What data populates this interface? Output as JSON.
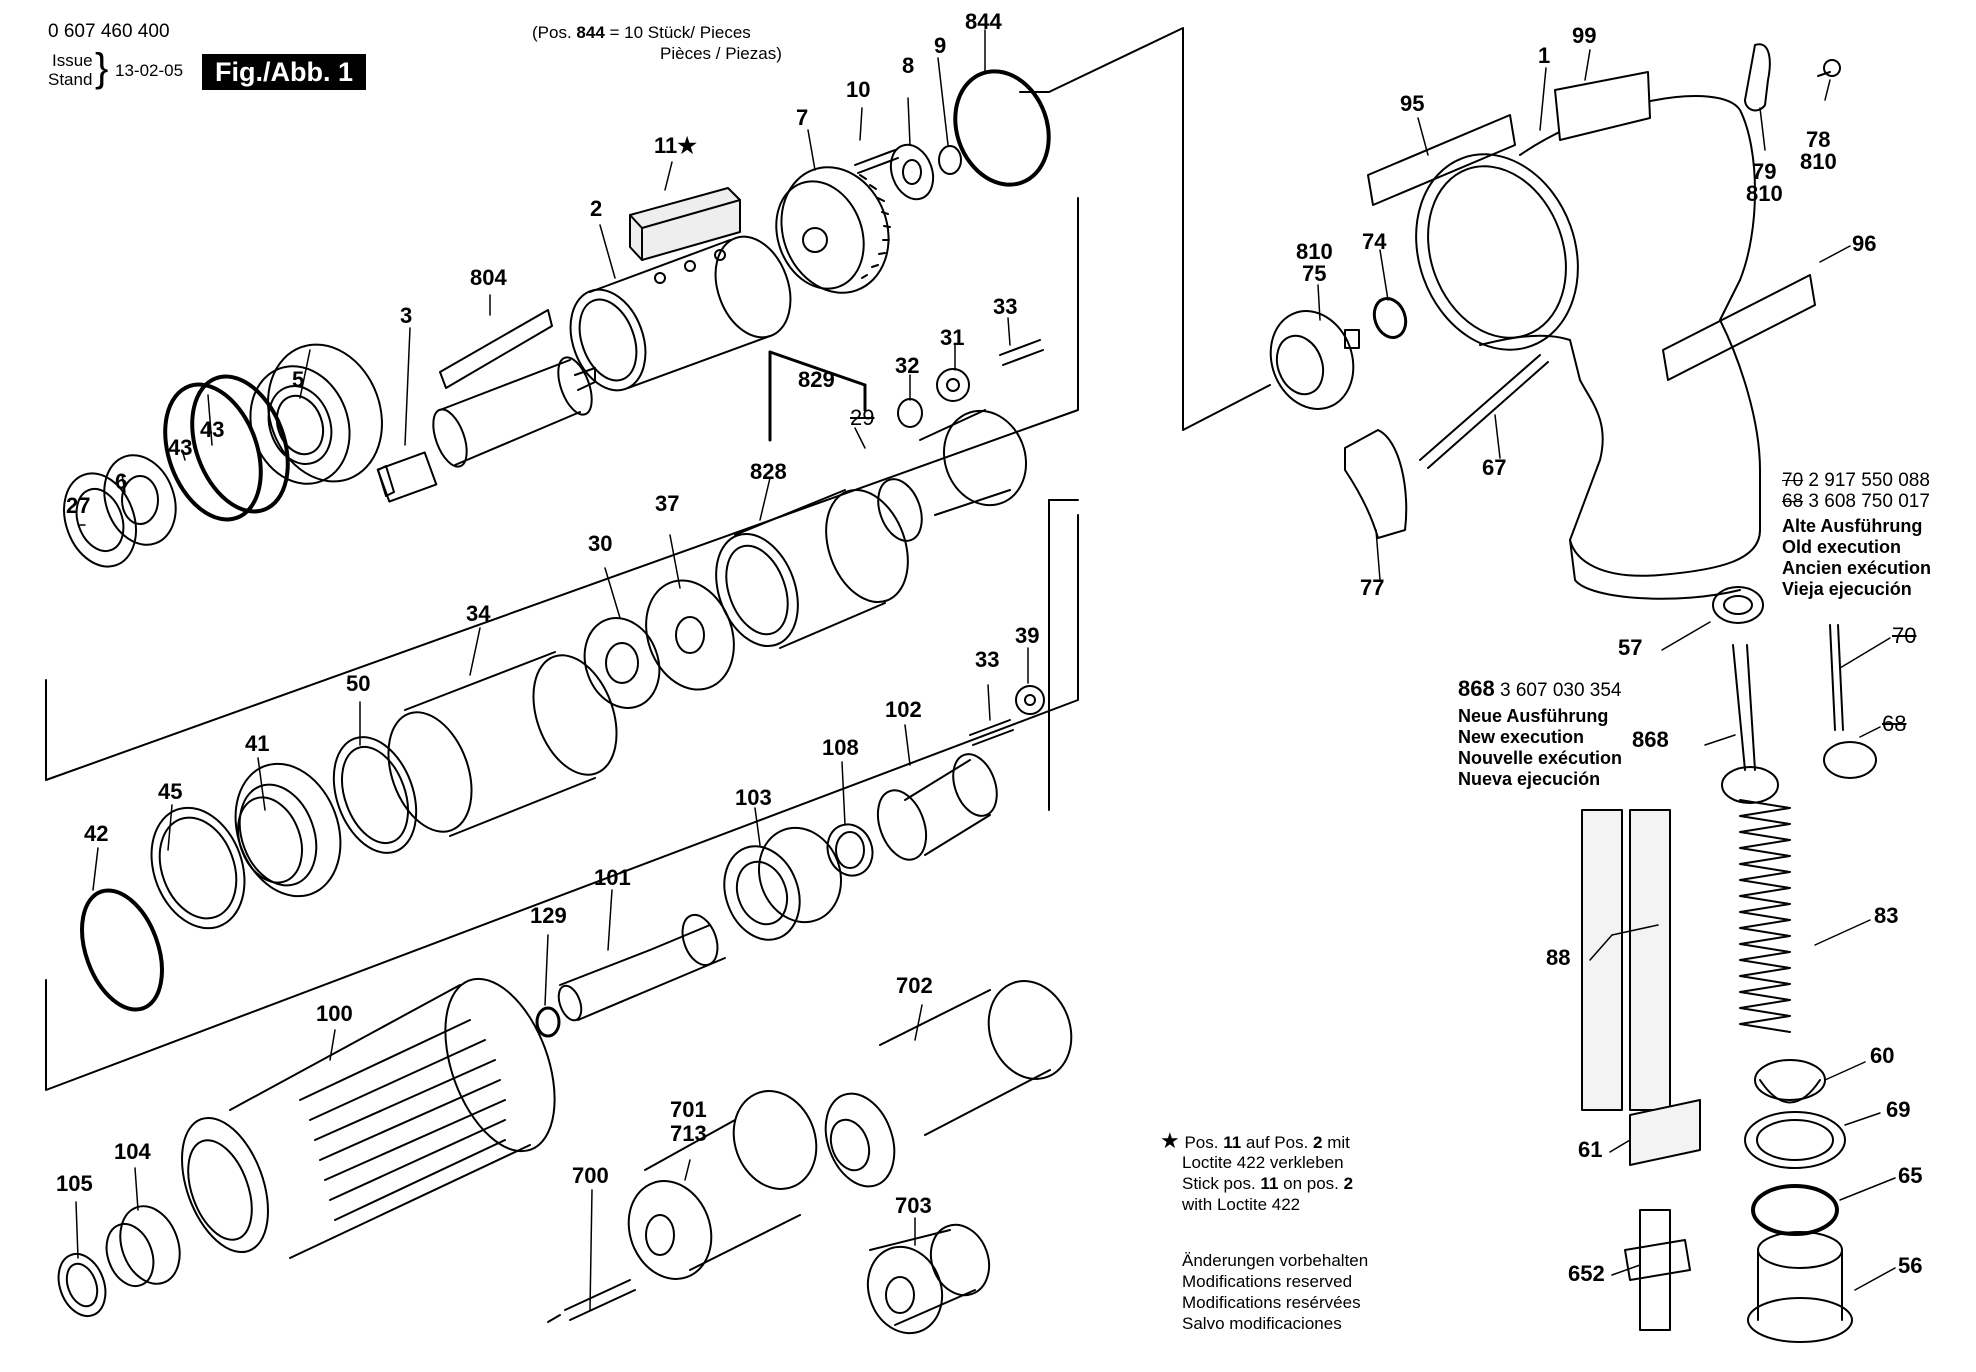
{
  "header": {
    "doc_number": "0 607 460 400",
    "issue_label": "Issue",
    "stand_label": "Stand",
    "issue_date": "13-02-05",
    "figure_label": "Fig./Abb. 1",
    "pos_note_prefix": "(Pos. ",
    "pos_note_part": "844",
    "pos_note_suffix": " = 10 Stück/  Pieces",
    "pos_note_line2": "Pièces / Piezas)"
  },
  "callouts": {
    "c844": "844",
    "c9": "9",
    "c8": "8",
    "c10": "10",
    "c7": "7",
    "c11": "11★",
    "c2": "2",
    "c804": "804",
    "c3": "3",
    "c5": "5",
    "c43a": "43",
    "c43b": "43",
    "c6": "6",
    "c27": "27",
    "c33a": "33",
    "c31": "31",
    "c32": "32",
    "c829": "829",
    "c29": "29",
    "c828": "828",
    "c37": "37",
    "c30": "30",
    "c34": "34",
    "c50": "50",
    "c41": "41",
    "c45": "45",
    "c42": "42",
    "c39": "39",
    "c33b": "33",
    "c102": "102",
    "c108": "108",
    "c103": "103",
    "c101": "101",
    "c129": "129",
    "c100": "100",
    "c104": "104",
    "c105": "105",
    "c702": "702",
    "c701": "701",
    "c713": "713",
    "c700": "700",
    "c703": "703",
    "c1": "1",
    "c99": "99",
    "c95": "95",
    "c79": "79",
    "c810a": "810",
    "c78": "78",
    "c810b": "810",
    "c810c": "810",
    "c75": "75",
    "c74": "74",
    "c96": "96",
    "c67": "67",
    "c77": "77",
    "c57": "57",
    "c868": "868",
    "c70": "70",
    "c68": "68",
    "c83": "83",
    "c88": "88",
    "c60": "60",
    "c69": "69",
    "c61": "61",
    "c65": "65",
    "c652": "652",
    "c56": "56"
  },
  "old_execution": {
    "line1_pos": "70",
    "line1_num": " 2 917 550 088",
    "line2_pos": "68",
    "line2_num": " 3 608 750 017",
    "de": "Alte Ausführung",
    "en": "Old execution",
    "fr": "Ancien exécution",
    "es": "Vieja ejecución"
  },
  "new_execution": {
    "pos": "868",
    "num": " 3 607 030 354",
    "de": "Neue Ausführung",
    "en": "New execution",
    "fr": "Nouvelle exécution",
    "es": "Nueva ejecución"
  },
  "loctite_note": {
    "star": "★",
    "l1a": "Pos. ",
    "l1b": "11",
    "l1c": " auf Pos. ",
    "l1d": "2",
    "l1e": " mit",
    "l2": "Loctite 422 verkleben",
    "l3a": "Stick pos. ",
    "l3b": "11",
    "l3c": " on pos. ",
    "l3d": "2",
    "l4": "with Loctite 422"
  },
  "modifications": {
    "de": "Änderungen vorbehalten",
    "en": "Modifications reserved",
    "fr": "Modifications resérvées",
    "es": "Salvo modificaciones"
  }
}
